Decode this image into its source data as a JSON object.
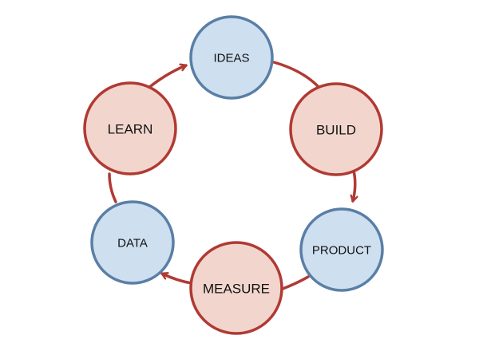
{
  "diagram": {
    "nodes": {
      "ideas": {
        "label": "IDEAS",
        "kind": "blue"
      },
      "build": {
        "label": "BUILD",
        "kind": "red"
      },
      "product": {
        "label": "PRODUCT",
        "kind": "blue"
      },
      "measure": {
        "label": "MEASURE",
        "kind": "red"
      },
      "data": {
        "label": "DATA",
        "kind": "blue"
      },
      "learn": {
        "label": "LEARN",
        "kind": "red"
      }
    },
    "edges": [
      {
        "from": "ideas",
        "to": "build"
      },
      {
        "from": "build",
        "to": "product"
      },
      {
        "from": "product",
        "to": "measure"
      },
      {
        "from": "measure",
        "to": "data"
      },
      {
        "from": "data",
        "to": "learn"
      },
      {
        "from": "learn",
        "to": "ideas"
      }
    ]
  },
  "colors": {
    "blue_fill": "#cedff0",
    "blue_stroke": "#5a7fa6",
    "red_fill": "#f2d6cd",
    "red_stroke": "#b03a33",
    "arrow": "#b03a33"
  }
}
